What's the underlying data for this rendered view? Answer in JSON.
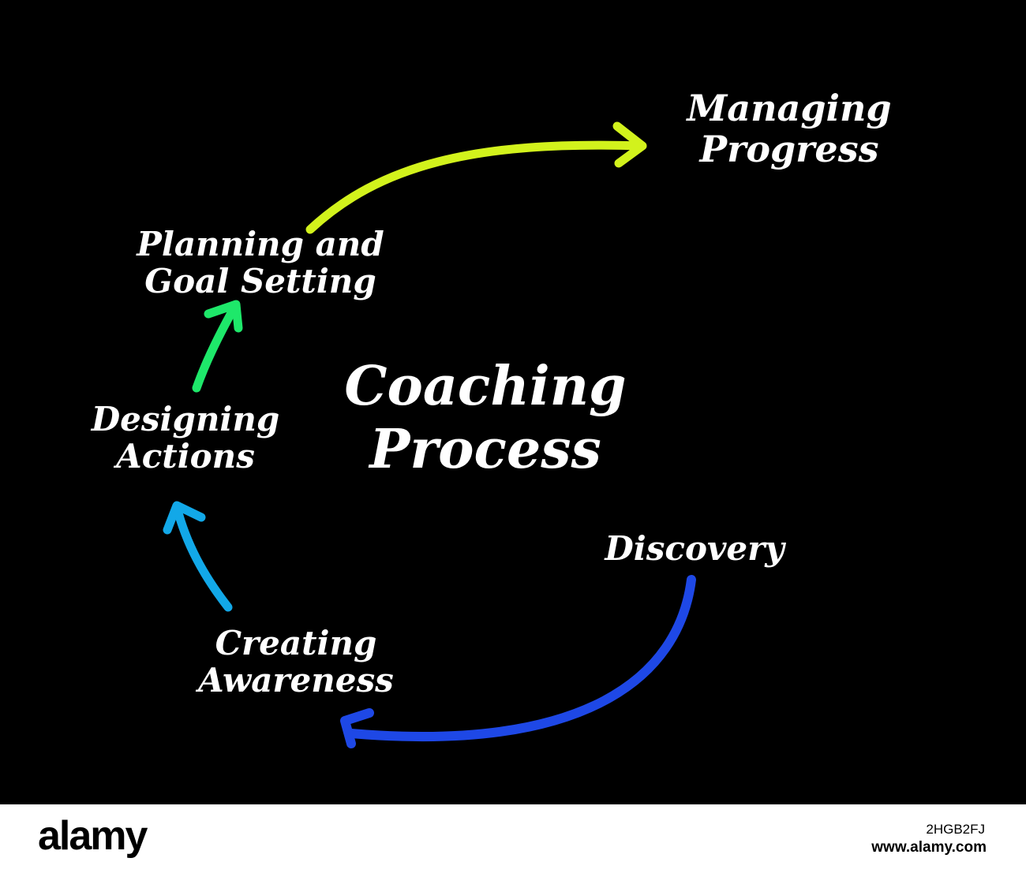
{
  "diagram": {
    "title_lines": [
      "Coaching",
      "Process"
    ],
    "nodes": {
      "managing_progress": [
        "Managing",
        "Progress"
      ],
      "planning_goal_setting": [
        "Planning and",
        "Goal Setting"
      ],
      "designing_actions": [
        "Designing",
        "Actions"
      ],
      "discovery": [
        "Discovery"
      ],
      "creating_awareness": [
        "Creating",
        "Awareness"
      ]
    },
    "arrow_colors": {
      "discovery_to_creating_awareness": "#1e48e6",
      "creating_awareness_to_designing_actions": "#12a8e8",
      "designing_actions_to_planning": "#1ee86a",
      "planning_to_managing_progress": "#d2f21c"
    },
    "background": "#000000"
  },
  "watermark": {
    "logo": "alamy",
    "image_id": "2HGB2FJ",
    "url": "www.alamy.com"
  }
}
